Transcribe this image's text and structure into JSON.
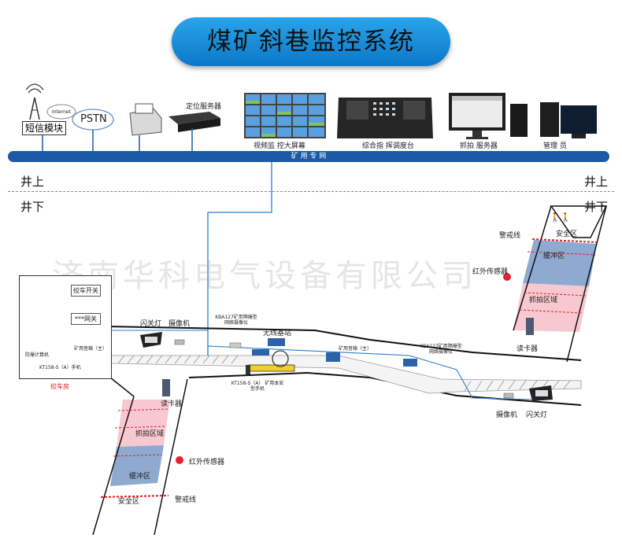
{
  "title": "煤矿斜巷监控系统",
  "top_devices": {
    "sms_module": "短信模块",
    "internet": "Internet",
    "pstn": "PSTN",
    "positioning_server": "定位服务器",
    "video_wall": "视频监 控大屏幕",
    "dispatch_console": "综合指 挥调度台",
    "capture_server": "抓拍 服务器",
    "admin": "管理 员"
  },
  "bus_label": "矿 用 专 网",
  "levels": {
    "above_left": "井上",
    "above_right": "井上",
    "below_left": "井下",
    "below_right": "井下"
  },
  "watermark": "济南华科电气设备有限公司",
  "winch_room": {
    "name": "绞车房",
    "winch_switch": "绞车开关",
    "network_switch": "***网关",
    "explosion_proof_pc": "防爆计算机",
    "handset": "KT158-S（A）手机",
    "speaker_main": "矿用音箱（主）"
  },
  "tunnel": {
    "flash_light_left": "闪关灯",
    "camera_left": "摄像机",
    "network_camera_left": "KBA127矿用隔爆型 网络摄像仪",
    "wireless_base": "无线基站",
    "kt_device": "KT158-S（A） 矿用本安型手机",
    "speaker_mid": "矿用音箱（主）",
    "network_camera_right": "KBA127矿用隔爆型 网络摄像仪",
    "camera_right": "摄像机",
    "flash_light_right": "闪关灯"
  },
  "upper_slope": {
    "warning_line": "警戒线",
    "safe_zone": "安全区",
    "infrared_sensor": "红外传感器",
    "buffer_zone": "缓冲区",
    "capture_zone": "抓拍区域",
    "card_reader": "读卡器"
  },
  "lower_slope": {
    "card_reader": "读卡器",
    "capture_zone": "抓拍区域",
    "buffer_zone": "缓冲区",
    "infrared_sensor": "红外传感器",
    "safe_zone": "安全区",
    "warning_line": "警戒线"
  },
  "colors": {
    "title_blue": "#1a8fdc",
    "bus_blue": "#1c5aa5",
    "capture_pink": "#f6c6cf",
    "buffer_blue": "#7ea0c8",
    "infrared_red": "#e8202f",
    "warning_red": "#e02020"
  }
}
